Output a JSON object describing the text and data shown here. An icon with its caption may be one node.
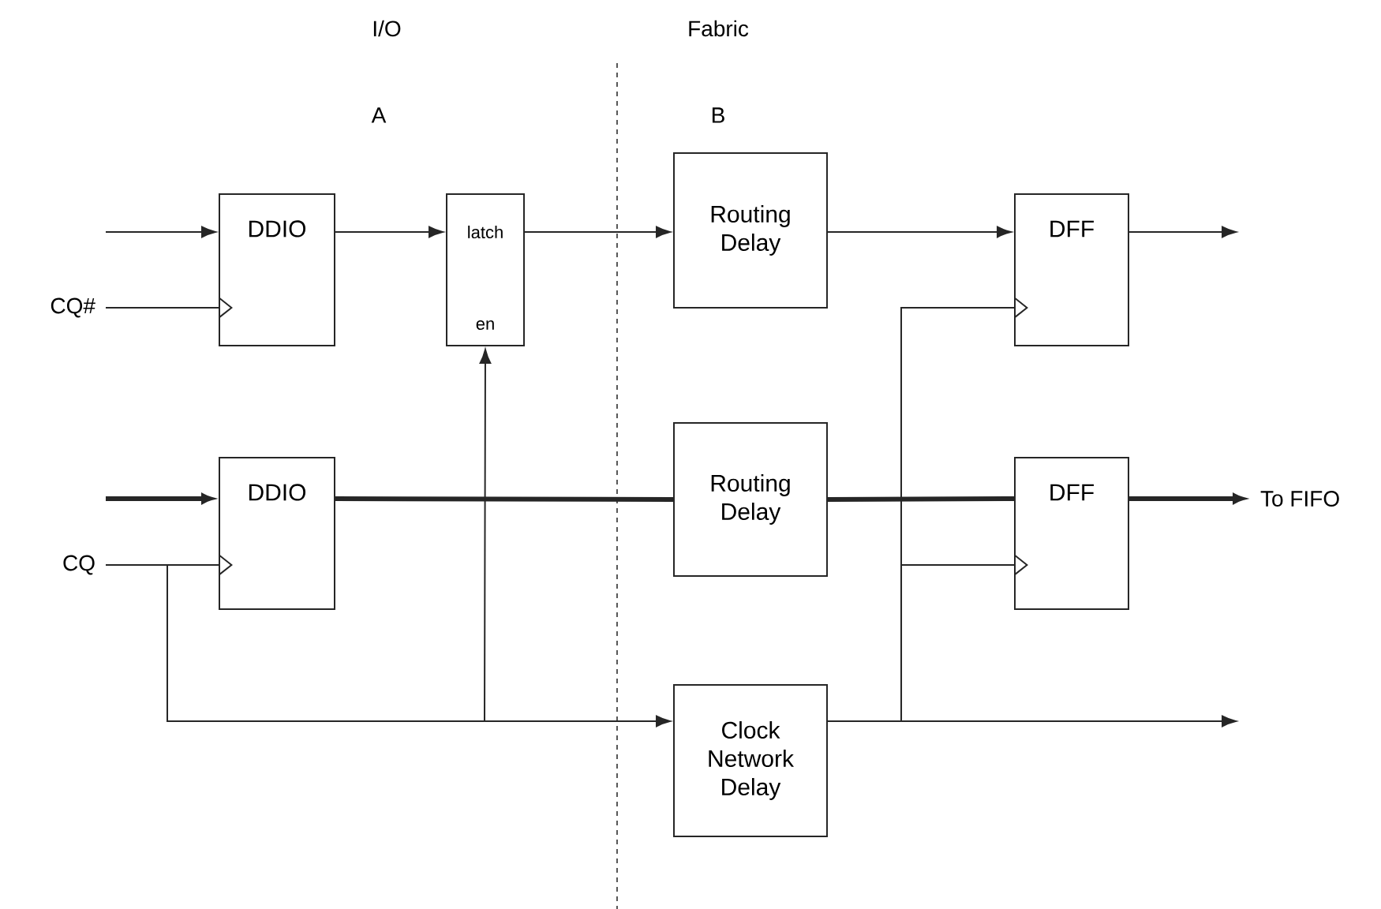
{
  "diagram": {
    "nodes": [
      {
        "text": [
          "DDIO"
        ]
      },
      {
        "text": [
          "latch",
          "en"
        ]
      },
      {
        "text": [
          "Routing Delay"
        ]
      },
      {
        "text": [
          "DFF"
        ]
      },
      {
        "text": [
          "DDIO"
        ]
      },
      {
        "text": [
          "Routing Delay"
        ]
      },
      {
        "text": [
          "DFF"
        ]
      },
      {
        "text": [
          "Clock Network Delay"
        ]
      },
      {
        "text": [
          "CQ#"
        ]
      },
      {
        "text": [
          "CQ"
        ]
      },
      {
        "text": [
          "To FIFO"
        ]
      }
    ],
    "edges": [
      {
        "from": null,
        "to": 0,
        "arrow": "to"
      },
      {
        "from": 8,
        "to": 0,
        "arrow": "to"
      },
      {
        "from": 0,
        "to": 1,
        "arrow": "to"
      },
      {
        "from": 1,
        "to": 2,
        "arrow": "to"
      },
      {
        "from": 2,
        "to": 3,
        "arrow": "to"
      },
      {
        "from": 3,
        "to": null,
        "arrow": "to"
      },
      {
        "from": null,
        "to": 4,
        "arrow": "to",
        "style": "thick"
      },
      {
        "from": 9,
        "to": 4,
        "arrow": "to"
      },
      {
        "from": 4,
        "to": 5,
        "arrow": "none",
        "style": "thick"
      },
      {
        "from": 5,
        "to": 6,
        "arrow": "none",
        "style": "thick"
      },
      {
        "from": 6,
        "to": 10,
        "arrow": "to",
        "style": "thick"
      },
      {
        "from": 9,
        "to": 7,
        "arrow": "to"
      },
      {
        "from": 9,
        "to": 1,
        "arrow": "to"
      },
      {
        "from": 7,
        "to": 3,
        "arrow": "to"
      },
      {
        "from": 7,
        "to": 6,
        "arrow": "to"
      },
      {
        "from": 7,
        "to": null,
        "arrow": "to"
      }
    ],
    "labels": [
      "I/O",
      "Fabric",
      "A",
      "B"
    ]
  }
}
